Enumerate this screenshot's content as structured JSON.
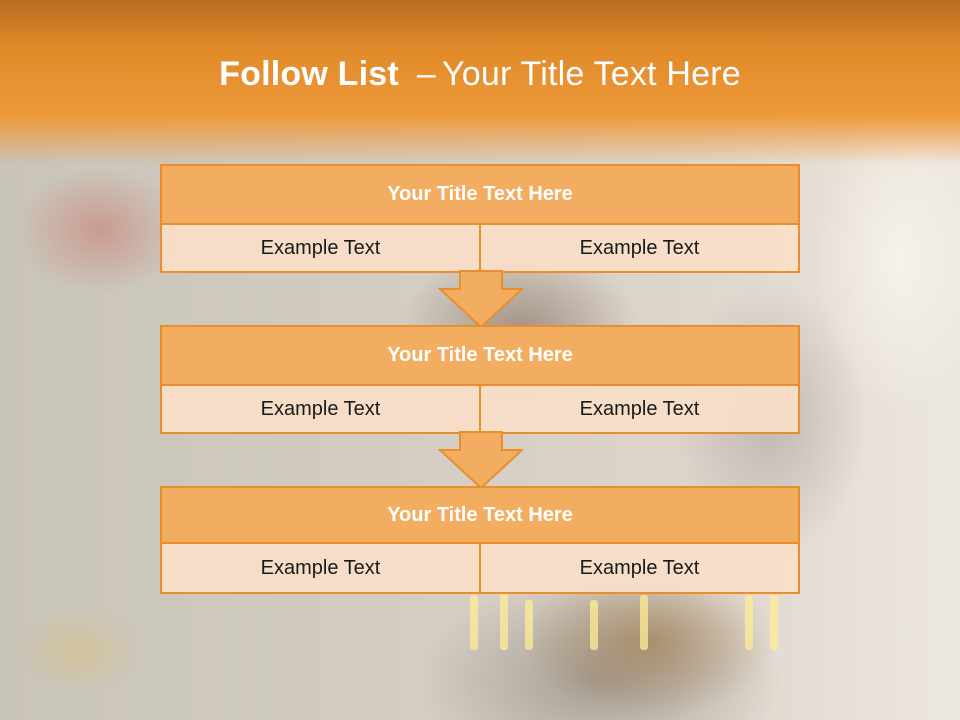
{
  "slide": {
    "title_bold": "Follow List",
    "title_dash": "–",
    "title_rest": "Your Title Text Here"
  },
  "steps": [
    {
      "title": "Your Title Text Here",
      "left": "Example Text",
      "right": "Example Text"
    },
    {
      "title": "Your Title Text Here",
      "left": "Example Text",
      "right": "Example Text"
    },
    {
      "title": "Your Title Text Here",
      "left": "Example Text",
      "right": "Example Text"
    }
  ],
  "colors": {
    "accent": "#e88f2c",
    "header_fill": "#f2ad60",
    "cell_fill": "#fadec8",
    "title_text": "#ffffff"
  },
  "icons": [
    "down-arrow-icon"
  ]
}
